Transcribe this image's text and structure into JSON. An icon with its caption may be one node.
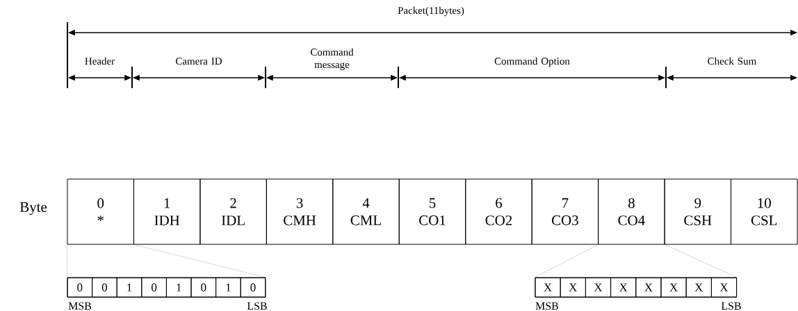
{
  "diagram": {
    "nodes": [
      {
        "text": [
          "0",
          "*"
        ]
      },
      {
        "text": [
          "1",
          "IDH"
        ]
      },
      {
        "text": [
          "2",
          "IDL"
        ]
      },
      {
        "text": [
          "3",
          "CMH"
        ]
      },
      {
        "text": [
          "4",
          "CML"
        ]
      },
      {
        "text": [
          "5",
          "CO1"
        ]
      },
      {
        "text": [
          "6",
          "CO2"
        ]
      },
      {
        "text": [
          "7",
          "CO3"
        ]
      },
      {
        "text": [
          "8",
          "CO4"
        ]
      },
      {
        "text": [
          "9",
          "CSH"
        ]
      },
      {
        "text": [
          "10",
          "CSL"
        ]
      },
      {
        "text": [],
        "shape": "box"
      },
      {
        "text": [
          "0"
        ],
        "in": 11
      },
      {
        "text": [
          "0"
        ],
        "in": 11
      },
      {
        "text": [
          "1"
        ],
        "in": 11
      },
      {
        "text": [
          "0"
        ],
        "in": 11
      },
      {
        "text": [
          "1"
        ],
        "in": 11
      },
      {
        "text": [
          "0"
        ],
        "in": 11
      },
      {
        "text": [
          "1"
        ],
        "in": 11
      },
      {
        "text": [
          "0"
        ],
        "in": 11
      },
      {
        "text": [],
        "shape": "box"
      },
      {
        "text": [
          "X"
        ],
        "in": 20
      },
      {
        "text": [
          "X"
        ],
        "in": 20
      },
      {
        "text": [
          "X"
        ],
        "in": 20
      },
      {
        "text": [
          "X"
        ],
        "in": 20
      },
      {
        "text": [
          "X"
        ],
        "in": 20
      },
      {
        "text": [
          "X"
        ],
        "in": 20
      },
      {
        "text": [
          "X"
        ],
        "in": 20
      },
      {
        "text": [
          "X"
        ],
        "in": 20
      }
    ],
    "edges": [
      {
        "from": 0,
        "to": 11,
        "arrow": "none",
        "style": "dashed"
      },
      {
        "from": 0,
        "to": 11,
        "arrow": "none",
        "style": "dashed"
      },
      {
        "from": 8,
        "to": 20,
        "arrow": "none",
        "style": "dashed"
      },
      {
        "from": 8,
        "to": 20,
        "arrow": "none",
        "style": "dashed"
      }
    ],
    "labels": [
      "Packet(11bytes)",
      "Header",
      "Camera ID",
      "Command message",
      "Command Option",
      "Check Sum",
      "Byte",
      "MSB",
      "LSB",
      "MSB",
      "LSB"
    ]
  }
}
